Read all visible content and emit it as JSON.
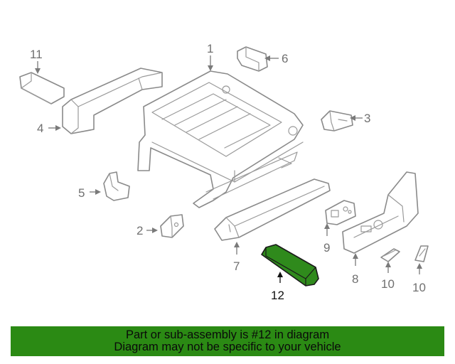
{
  "callouts": {
    "c1": "1",
    "c2": "2",
    "c3": "3",
    "c4": "4",
    "c5": "5",
    "c6": "6",
    "c7": "7",
    "c8": "8",
    "c9": "9",
    "c10a": "10",
    "c10b": "10",
    "c11": "11",
    "c12": "12"
  },
  "highlighted_part": "12",
  "colors": {
    "highlight_fill": "#2f8a1c",
    "banner_background": "#2b8a14",
    "outline": "#8a8a8a"
  },
  "banner": {
    "line1": "Part or sub-assembly is #12 in diagram",
    "line2": "Diagram may not be specific to your vehicle"
  }
}
